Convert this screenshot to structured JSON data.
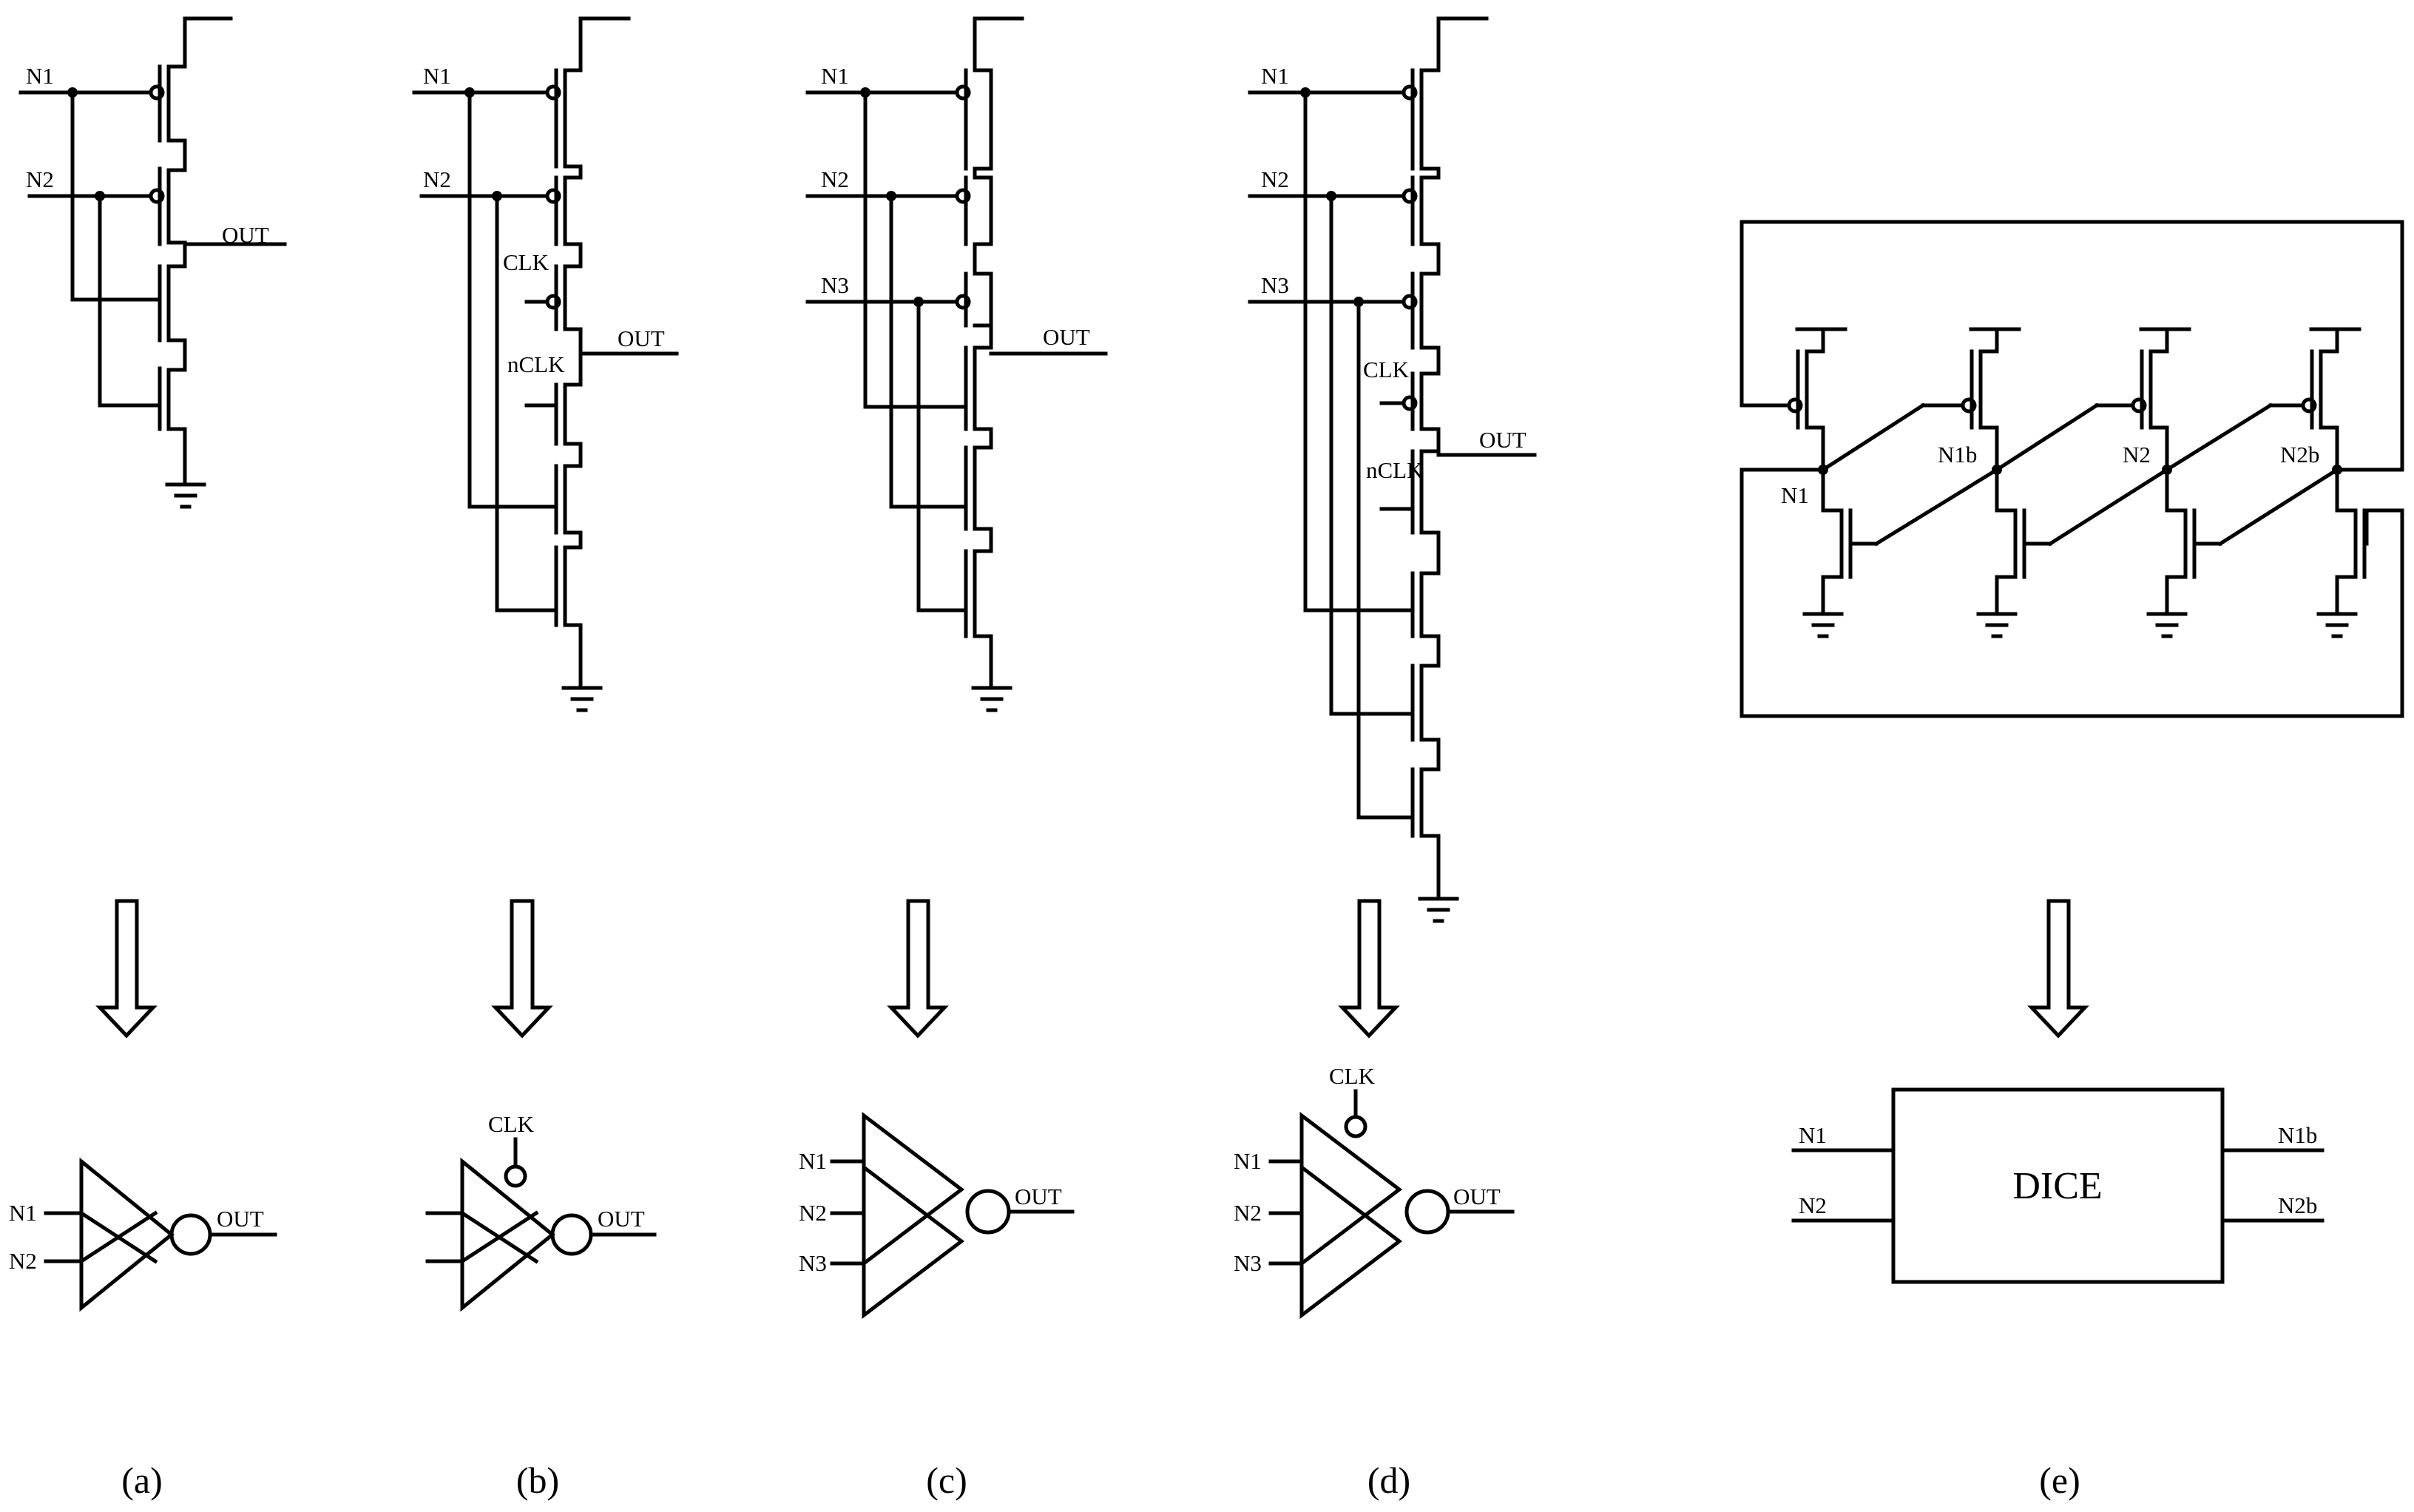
{
  "figure": {
    "a": {
      "caption": "(a)",
      "transistor": {
        "n1": "N1",
        "n2": "N2",
        "out": "OUT"
      },
      "symbol": {
        "n1": "N1",
        "n2": "N2",
        "out": "OUT"
      }
    },
    "b": {
      "caption": "(b)",
      "transistor": {
        "n1": "N1",
        "n2": "N2",
        "clk": "CLK",
        "nclk": "nCLK",
        "out": "OUT"
      },
      "symbol": {
        "clk": "CLK",
        "out": "OUT"
      }
    },
    "c": {
      "caption": "(c)",
      "transistor": {
        "n1": "N1",
        "n2": "N2",
        "n3": "N3",
        "out": "OUT"
      },
      "symbol": {
        "n1": "N1",
        "n2": "N2",
        "n3": "N3",
        "out": "OUT"
      }
    },
    "d": {
      "caption": "(d)",
      "transistor": {
        "n1": "N1",
        "n2": "N2",
        "n3": "N3",
        "clk": "CLK",
        "nclk": "nCLK",
        "out": "OUT"
      },
      "symbol": {
        "clk": "CLK",
        "n1": "N1",
        "n2": "N2",
        "n3": "N3",
        "out": "OUT"
      }
    },
    "e": {
      "caption": "(e)",
      "transistor": {
        "n1": "N1",
        "n1b": "N1b",
        "n2": "N2",
        "n2b": "N2b"
      },
      "block": {
        "name": "DICE",
        "n1": "N1",
        "n2": "N2",
        "n1b": "N1b",
        "n2b": "N2b"
      }
    }
  }
}
